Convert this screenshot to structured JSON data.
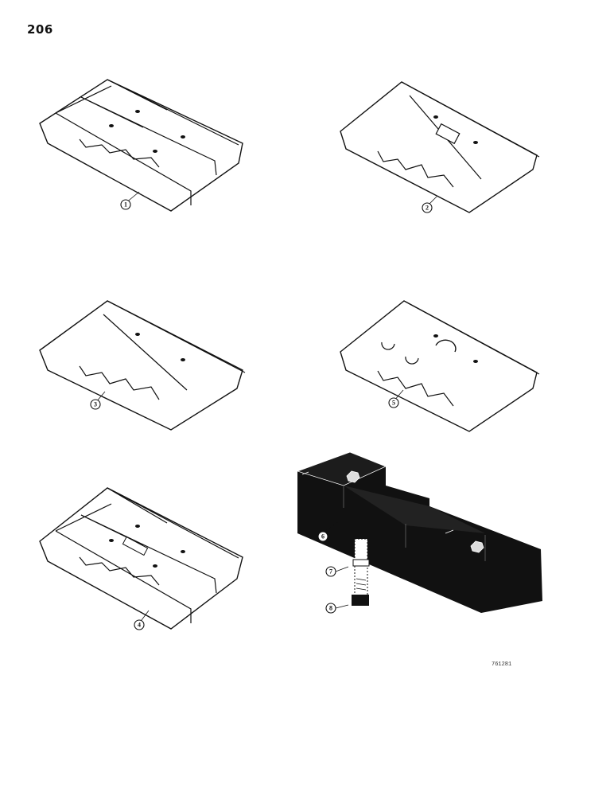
{
  "page_number": "206",
  "figure_id": "761281",
  "callouts": [
    {
      "num": "1"
    },
    {
      "num": "2"
    },
    {
      "num": "3"
    },
    {
      "num": "4"
    },
    {
      "num": "5"
    },
    {
      "num": "6"
    },
    {
      "num": "7"
    },
    {
      "num": "8"
    }
  ]
}
